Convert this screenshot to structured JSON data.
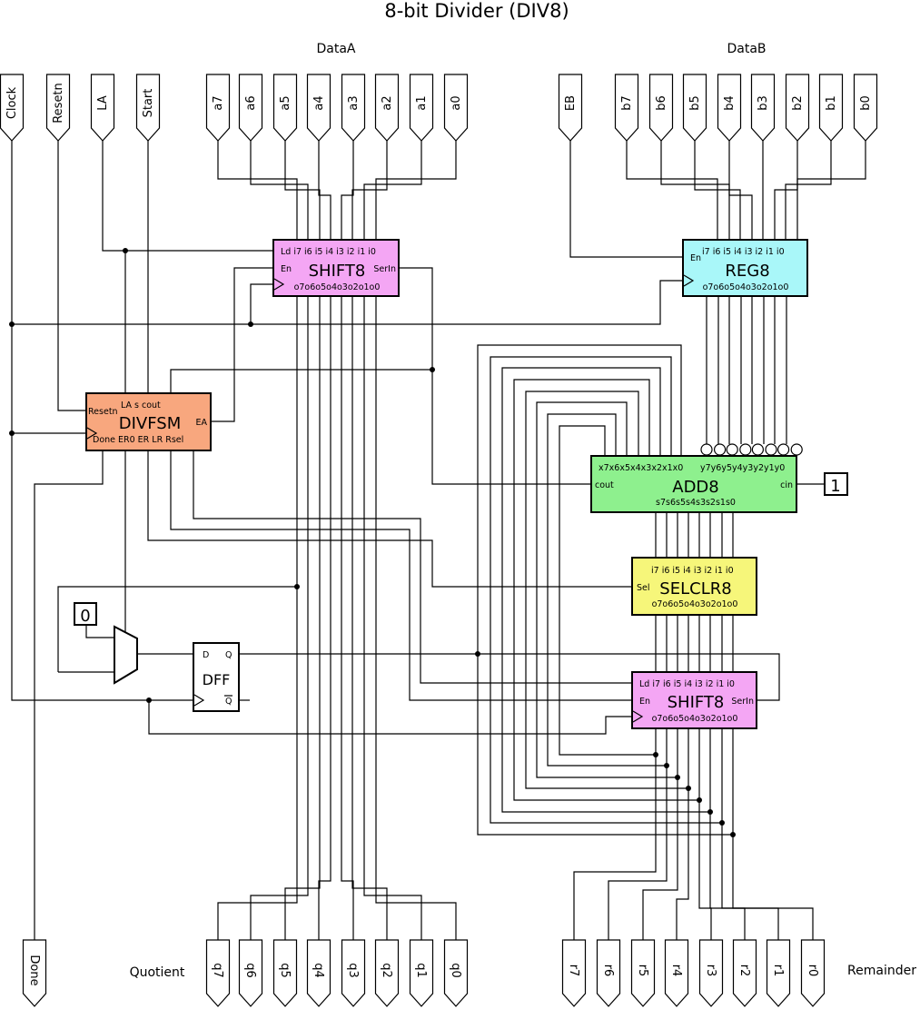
{
  "title": "8-bit Divider (DIV8)",
  "group_labels": {
    "dataA": "DataA",
    "dataB": "DataB",
    "quotient": "Quotient",
    "remainder": "Remainder"
  },
  "inputs_left": [
    "Clock",
    "Resetn",
    "LA",
    "Start"
  ],
  "inputs_a": [
    "a7",
    "a6",
    "a5",
    "a4",
    "a3",
    "a2",
    "a1",
    "a0"
  ],
  "input_eb": "EB",
  "inputs_b": [
    "b7",
    "b6",
    "b5",
    "b4",
    "b3",
    "b2",
    "b1",
    "b0"
  ],
  "outputs_q": [
    "q7",
    "q6",
    "q5",
    "q4",
    "q3",
    "q2",
    "q1",
    "q0"
  ],
  "outputs_r": [
    "r7",
    "r6",
    "r5",
    "r4",
    "r3",
    "r2",
    "r1",
    "r0"
  ],
  "output_done": "Done",
  "const_zero": "0",
  "const_one": "1",
  "colors": {
    "shift": "#f4a6f4",
    "reg": "#a9f7f9",
    "fsm": "#f8a77e",
    "add": "#8ef08e",
    "selclr": "#f6f67a",
    "dff": "#ffffff"
  },
  "blocks": {
    "shift_a": {
      "name": "SHIFT8",
      "top": "Ld i7 i6 i5 i4 i3 i2 i1 i0",
      "left": "En",
      "right": "SerIn",
      "bottom": "o7o6o5o4o3o2o1o0"
    },
    "reg_b": {
      "name": "REG8",
      "top": "i7 i6 i5 i4 i3 i2 i1 i0",
      "left": "En",
      "bottom": "o7o6o5o4o3o2o1o0"
    },
    "fsm": {
      "name": "DIVFSM",
      "left": "Resetn",
      "top": "LA    s    cout",
      "right": "EA",
      "bottom": "Done ER0   ER    LR   Rsel"
    },
    "add": {
      "name": "ADD8",
      "top_left": "x7x6x5x4x3x2x1x0",
      "top_right": "y7y6y5y4y3y2y1y0",
      "left": "cout",
      "right": "cin",
      "bottom": "s7s6s5s4s3s2s1s0"
    },
    "selclr": {
      "name": "SELCLR8",
      "top": "i7 i6 i5 i4 i3 i2 i1 i0",
      "left": "Sel",
      "bottom": "o7o6o5o4o3o2o1o0"
    },
    "shift_r": {
      "name": "SHIFT8",
      "top": "Ld i7 i6 i5 i4 i3 i2 i1 i0",
      "left": "En",
      "right": "SerIn",
      "bottom": "o7o6o5o4o3o2o1o0"
    },
    "dff": {
      "name": "DFF",
      "d": "D",
      "q": "Q",
      "qbar": "Q"
    }
  }
}
